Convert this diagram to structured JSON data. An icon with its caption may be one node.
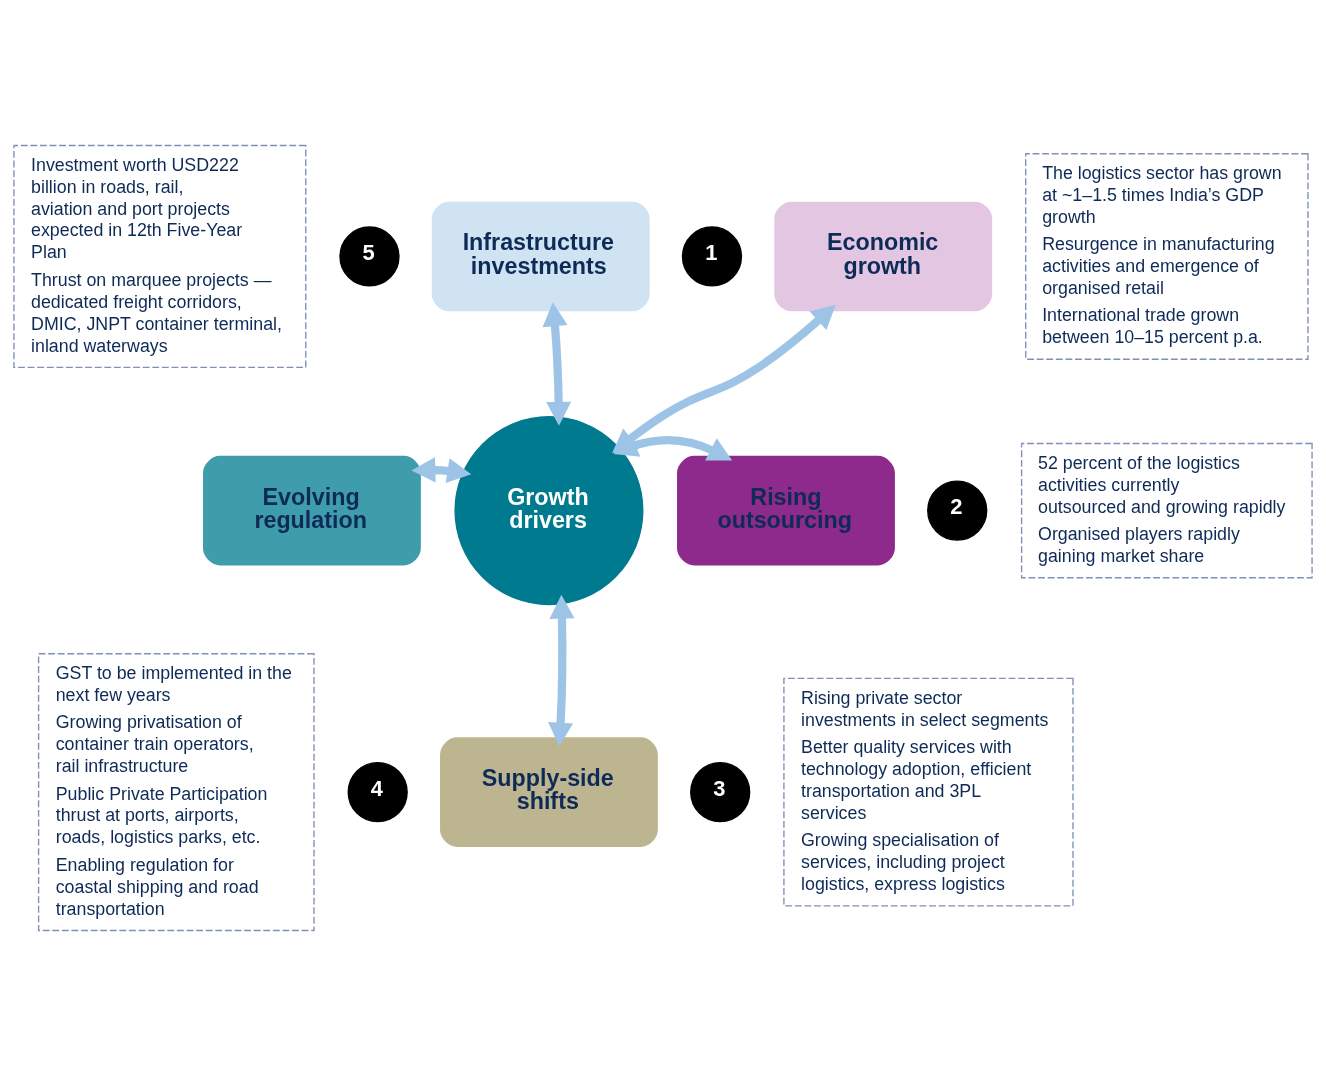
{
  "diagram": {
    "nodes": [
      {
        "text": [
          "Growth drivers"
        ]
      },
      {
        "text": [
          "Economic growth"
        ]
      },
      {
        "text": [
          "Rising outsourcing"
        ]
      },
      {
        "text": [
          "Supply-side shifts"
        ]
      },
      {
        "text": [
          "Evolving regulation"
        ]
      },
      {
        "text": [
          "Infrastructure investments"
        ]
      },
      {
        "text": [
          "1"
        ]
      },
      {
        "text": [
          "2"
        ]
      },
      {
        "text": [
          "3"
        ]
      },
      {
        "text": [
          "4"
        ]
      },
      {
        "text": [
          "5"
        ]
      },
      {
        "text": [
          "The logistics sector has grown at ~1–1.5 times India’s GDP growth",
          "Resurgence in manufacturing activities and emergence of organised retail",
          "International trade grown between 10–15 percent p.a."
        ]
      },
      {
        "text": [
          "52 percent of the logistics activities currently outsourced and growing rapidly",
          "Organised players rapidly gaining market share"
        ]
      },
      {
        "text": [
          "Rising private sector investments in select segments",
          "Better quality services with technology adoption, efficient transportation and 3PL services",
          "Growing specialisation of services, including project logistics, express logistics"
        ]
      },
      {
        "text": [
          "GST to be implemented in the next few years",
          "Growing privatisation of container train operators, rail infrastructure",
          "Public Private Participation thrust at ports, airports, roads, logistics parks, etc.",
          "Enabling regulation for coastal shipping and road transportation"
        ]
      },
      {
        "text": [
          "Investment worth USD222 billion in roads, rail, aviation and port projects expected in 12th Five-Year Plan",
          "Thrust on marquee projects — dedicated freight corridors, DMIC, JNPT container terminal, inland waterways"
        ]
      }
    ],
    "edges": [
      {
        "from": 0,
        "to": 1,
        "arrow": "both"
      },
      {
        "from": 0,
        "to": 2,
        "arrow": "both"
      },
      {
        "from": 0,
        "to": 3,
        "arrow": "both"
      },
      {
        "from": 0,
        "to": 4,
        "arrow": "both"
      },
      {
        "from": 0,
        "to": 5,
        "arrow": "both"
      }
    ]
  }
}
